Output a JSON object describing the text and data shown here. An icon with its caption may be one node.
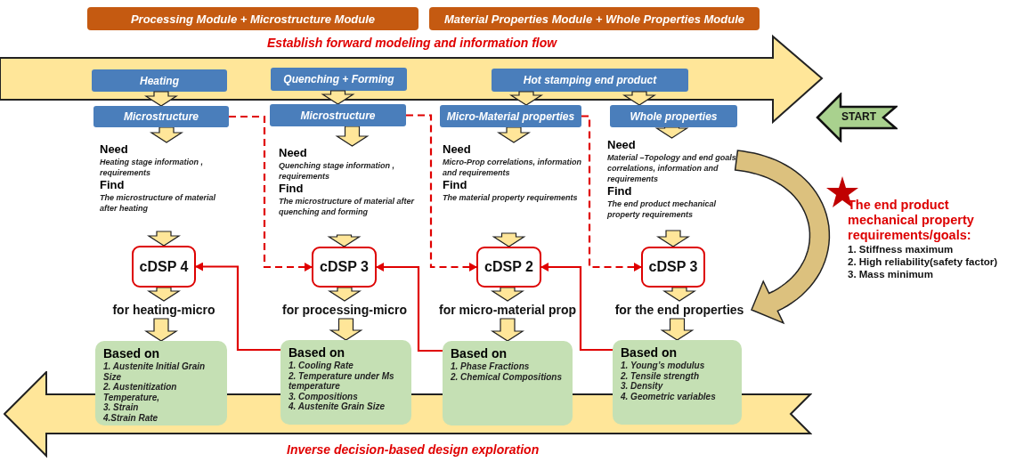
{
  "diagram": {
    "nodes": [
      {
        "text": [
          "Establish forward modeling and information flow"
        ]
      },
      {
        "text": [
          "Processing Module + Microstructure Module"
        ]
      },
      {
        "text": [
          "Material Properties Module + Whole Properties Module"
        ]
      },
      {
        "text": [
          "Heating"
        ],
        "in": 0
      },
      {
        "text": [
          "Quenching + Forming"
        ],
        "in": 0
      },
      {
        "text": [
          "Hot stamping end product"
        ],
        "in": 0
      },
      {
        "text": [
          "Microstructure"
        ]
      },
      {
        "text": [
          "Microstructure"
        ]
      },
      {
        "text": [
          "Micro-Material properties"
        ]
      },
      {
        "text": [
          "Whole properties"
        ]
      },
      {
        "text": [
          "Need",
          "Heating stage information , requirements",
          "Find",
          "The microstructure of material after heating"
        ]
      },
      {
        "text": [
          "Need",
          "Quenching stage information , requirements",
          "Find",
          "The microstructure of material after quenching and forming"
        ]
      },
      {
        "text": [
          "Need",
          "Micro-Prop correlations, information and requirements",
          "Find",
          "The material property requirements"
        ]
      },
      {
        "text": [
          "Need",
          "Material –Topology and end goals correlations, information and requirements",
          "Find",
          "The end product mechanical property requirements"
        ]
      },
      {
        "text": [
          "cDSP 4"
        ]
      },
      {
        "text": [
          "cDSP 3"
        ]
      },
      {
        "text": [
          "cDSP 2"
        ]
      },
      {
        "text": [
          "cDSP 3"
        ]
      },
      {
        "text": [
          "for heating-micro"
        ]
      },
      {
        "text": [
          "for processing-micro"
        ]
      },
      {
        "text": [
          "for micro-material prop"
        ]
      },
      {
        "text": [
          "for the end properties"
        ]
      },
      {
        "text": [
          "Based on",
          "1. Austenite Initial Grain Size",
          "2. Austenitization Temperature,",
          "3. Strain",
          "4.Strain Rate"
        ]
      },
      {
        "text": [
          "Based on",
          "1. Cooling Rate",
          "2. Temperature under Ms temperature",
          "3. Compositions",
          "4. Austenite Grain Size"
        ]
      },
      {
        "text": [
          "Based on",
          "1. Phase Fractions",
          "2. Chemical Compositions"
        ]
      },
      {
        "text": [
          "Based on",
          "1. Young’s modulus",
          "2. Tensile strength",
          "3. Density",
          "4. Geometric variables"
        ]
      },
      {
        "text": [
          "START"
        ]
      },
      {
        "text": [
          "The end product mechanical property requirements/goals:",
          "1. Stiffness maximum",
          "2. High reliability(safety factor)",
          "3. Mass minimum"
        ]
      },
      {
        "text": [
          "Inverse decision-based design exploration"
        ]
      }
    ],
    "edges": [
      {
        "from": 3,
        "to": 6,
        "arrow": "to",
        "style": "thick"
      },
      {
        "from": 4,
        "to": 7,
        "arrow": "to",
        "style": "thick"
      },
      {
        "from": 5,
        "to": 8,
        "arrow": "to",
        "style": "thick"
      },
      {
        "from": 5,
        "to": 9,
        "arrow": "to",
        "style": "thick"
      },
      {
        "from": 6,
        "to": 10,
        "arrow": "to",
        "style": "thick"
      },
      {
        "from": 7,
        "to": 11,
        "arrow": "to",
        "style": "thick"
      },
      {
        "from": 8,
        "to": 12,
        "arrow": "to",
        "style": "thick"
      },
      {
        "from": 9,
        "to": 13,
        "arrow": "to",
        "style": "thick"
      },
      {
        "from": 10,
        "to": 14,
        "arrow": "to",
        "style": "thick"
      },
      {
        "from": 11,
        "to": 15,
        "arrow": "to",
        "style": "thick"
      },
      {
        "from": 12,
        "to": 16,
        "arrow": "to",
        "style": "thick"
      },
      {
        "from": 13,
        "to": 17,
        "arrow": "to",
        "style": "thick"
      },
      {
        "from": 14,
        "to": 18,
        "arrow": "to",
        "style": "thick"
      },
      {
        "from": 15,
        "to": 19,
        "arrow": "to",
        "style": "thick"
      },
      {
        "from": 16,
        "to": 20,
        "arrow": "to",
        "style": "thick"
      },
      {
        "from": 17,
        "to": 21,
        "arrow": "to",
        "style": "thick"
      },
      {
        "from": 18,
        "to": 22,
        "arrow": "to",
        "style": "thick"
      },
      {
        "from": 19,
        "to": 23,
        "arrow": "to",
        "style": "thick"
      },
      {
        "from": 20,
        "to": 24,
        "arrow": "to",
        "style": "thick"
      },
      {
        "from": 21,
        "to": 25,
        "arrow": "to",
        "style": "thick"
      },
      {
        "from": 6,
        "to": 15,
        "arrow": "to",
        "style": "dashed",
        "color": "#e00000"
      },
      {
        "from": 7,
        "to": 16,
        "arrow": "to",
        "style": "dashed",
        "color": "#e00000"
      },
      {
        "from": 8,
        "to": 17,
        "arrow": "to",
        "style": "dashed",
        "color": "#e00000"
      },
      {
        "from": 23,
        "to": 14,
        "arrow": "to",
        "color": "#e00000"
      },
      {
        "from": 24,
        "to": 15,
        "arrow": "to",
        "color": "#e00000"
      },
      {
        "from": 25,
        "to": 16,
        "arrow": "to",
        "color": "#e00000"
      },
      {
        "from": 13,
        "to": 21,
        "arrow": "to",
        "style": "thick",
        "color": "#dcc17e"
      }
    ]
  }
}
